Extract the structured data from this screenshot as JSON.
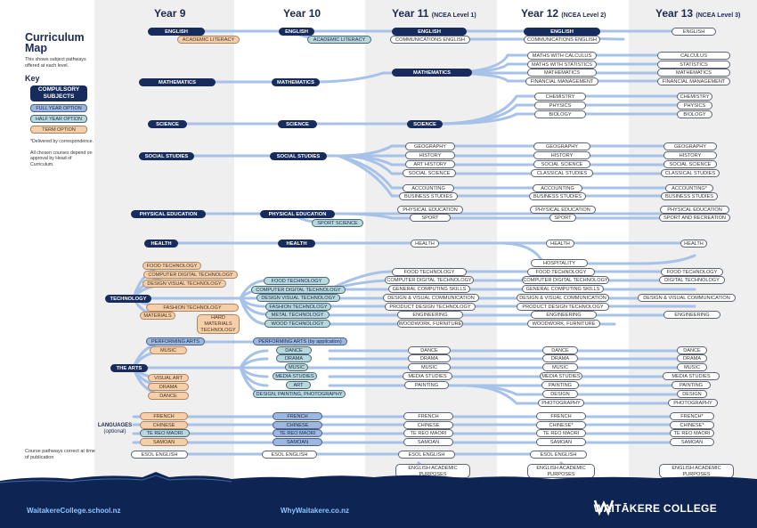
{
  "columns": [
    {
      "label": "Year 9",
      "sub": ""
    },
    {
      "label": "Year 10",
      "sub": ""
    },
    {
      "label": "Year 11",
      "sub": "(NCEA Level 1)"
    },
    {
      "label": "Year 12",
      "sub": "(NCEA Level 2)"
    },
    {
      "label": "Year 13",
      "sub": "(NCEA Level 3)"
    }
  ],
  "legend": {
    "title": "Curriculum Map",
    "intro": "This shows subject pathways offered at each level.",
    "key": "Key",
    "compulsory": "COMPULSORY SUBJECTS",
    "full": "FULL YEAR OPTION",
    "half": "HALF YEAR OPTION",
    "term": "TERM OPTION",
    "note1": "*Delivered by correspondence.",
    "note2": "All chosen courses depend on approval by Head of Curriculum."
  },
  "languages_label": "LANGUAGES",
  "languages_sub": "(optional)",
  "footer_note": "Course pathways correct at time of publication",
  "footer": {
    "url_left": "WaitakereCollege.school.nz",
    "url_mid": "WhyWaitakere.co.nz",
    "brand": "WAITĀKERE COLLEGE"
  },
  "colors": {
    "navy": "#172c5c",
    "line": "#a7c2e8",
    "full": "#ffffff",
    "half": "#b9d8dc",
    "term": "#f4cfa9",
    "blue": "#9cb8df"
  },
  "boxes": [
    {
      "t": "ENGLISH",
      "c": "comp"
    },
    {
      "t": "ACADEMIC LITERACY",
      "c": "term"
    },
    {
      "t": "ENGLISH",
      "c": "comp"
    },
    {
      "t": "ACADEMIC LITERACY",
      "c": "half"
    },
    {
      "t": "ENGLISH",
      "c": "comp"
    },
    {
      "t": "COMMUNICATIONS ENGLISH",
      "c": "full"
    },
    {
      "t": "ENGLISH",
      "c": "comp"
    },
    {
      "t": "COMMUNICATIONS ENGLISH",
      "c": "full"
    },
    {
      "t": "ENGLISH",
      "c": "full"
    },
    {
      "t": "MATHEMATICS",
      "c": "comp"
    },
    {
      "t": "MATHEMATICS",
      "c": "comp"
    },
    {
      "t": "MATHEMATICS",
      "c": "comp"
    },
    {
      "t": "MATHS WITH CALCULUS",
      "c": "full"
    },
    {
      "t": "MATHS WITH STATISTICS",
      "c": "full"
    },
    {
      "t": "MATHEMATICS",
      "c": "full"
    },
    {
      "t": "FINANCIAL MANAGEMENT",
      "c": "full"
    },
    {
      "t": "CALCULUS",
      "c": "full"
    },
    {
      "t": "STATISTICS",
      "c": "full"
    },
    {
      "t": "MATHEMATICS",
      "c": "full"
    },
    {
      "t": "FINANCIAL MANAGEMENT",
      "c": "full"
    },
    {
      "t": "SCIENCE",
      "c": "comp"
    },
    {
      "t": "SCIENCE",
      "c": "comp"
    },
    {
      "t": "SCIENCE",
      "c": "comp"
    },
    {
      "t": "CHEMISTRY",
      "c": "full"
    },
    {
      "t": "PHYSICS",
      "c": "full"
    },
    {
      "t": "BIOLOGY",
      "c": "full"
    },
    {
      "t": "CHEMISTRY",
      "c": "full"
    },
    {
      "t": "PHYSICS",
      "c": "full"
    },
    {
      "t": "BIOLOGY",
      "c": "full"
    },
    {
      "t": "SOCIAL STUDIES",
      "c": "comp"
    },
    {
      "t": "SOCIAL STUDIES",
      "c": "comp"
    },
    {
      "t": "GEOGRAPHY",
      "c": "full"
    },
    {
      "t": "HISTORY",
      "c": "full"
    },
    {
      "t": "ART HISTORY",
      "c": "full"
    },
    {
      "t": "SOCIAL SCIENCE",
      "c": "full"
    },
    {
      "t": "GEOGRAPHY",
      "c": "full"
    },
    {
      "t": "HISTORY",
      "c": "full"
    },
    {
      "t": "SOCIAL SCIENCE",
      "c": "full"
    },
    {
      "t": "CLASSICAL STUDIES",
      "c": "full"
    },
    {
      "t": "GEOGRAPHY",
      "c": "full"
    },
    {
      "t": "HISTORY",
      "c": "full"
    },
    {
      "t": "SOCIAL SCIENCE",
      "c": "full"
    },
    {
      "t": "CLASSICAL STUDIES",
      "c": "full"
    },
    {
      "t": "ACCOUNTING",
      "c": "full"
    },
    {
      "t": "BUSINESS STUDIES",
      "c": "full"
    },
    {
      "t": "ACCOUNTING",
      "c": "full"
    },
    {
      "t": "BUSINESS STUDIES",
      "c": "full"
    },
    {
      "t": "ACCOUNTING*",
      "c": "full"
    },
    {
      "t": "BUSINESS STUDIES",
      "c": "full"
    },
    {
      "t": "PHYSICAL EDUCATION",
      "c": "comp"
    },
    {
      "t": "PHYSICAL EDUCATION",
      "c": "comp"
    },
    {
      "t": "SPORT SCIENCE",
      "c": "half"
    },
    {
      "t": "PHYSICAL EDUCATION",
      "c": "full"
    },
    {
      "t": "SPORT",
      "c": "full"
    },
    {
      "t": "PHYSICAL EDUCATION",
      "c": "full"
    },
    {
      "t": "SPORT",
      "c": "full"
    },
    {
      "t": "PHYSICAL EDUCATION",
      "c": "full"
    },
    {
      "t": "SPORT AND RECREATION",
      "c": "full"
    },
    {
      "t": "HEALTH",
      "c": "comp"
    },
    {
      "t": "HEALTH",
      "c": "comp"
    },
    {
      "t": "HEALTH",
      "c": "full"
    },
    {
      "t": "HEALTH",
      "c": "full"
    },
    {
      "t": "HEALTH",
      "c": "full"
    },
    {
      "t": "HOSPITALITY",
      "c": "full"
    },
    {
      "t": "TECHNOLOGY",
      "c": "comp"
    },
    {
      "t": "FOOD TECHNOLOGY",
      "c": "term"
    },
    {
      "t": "COMPUTER DIGITAL TECHNOLOGY",
      "c": "term"
    },
    {
      "t": "DESIGN VISUAL TECHNOLOGY",
      "c": "term"
    },
    {
      "t": "FASHION TECHNOLOGY",
      "c": "term"
    },
    {
      "t": "MATERIALS",
      "c": "term"
    },
    {
      "t": "HARD MATERIALS TECHNOLOGY",
      "c": "term"
    },
    {
      "t": "FOOD TECHNOLOGY",
      "c": "half"
    },
    {
      "t": "COMPUTER DIGITAL TECHNOLOGY",
      "c": "half"
    },
    {
      "t": "DESIGN VISUAL TECHNOLOGY",
      "c": "half"
    },
    {
      "t": "FASHION TECHNOLOGY",
      "c": "half"
    },
    {
      "t": "METAL TECHNOLOGY",
      "c": "half"
    },
    {
      "t": "WOOD TECHNOLOGY",
      "c": "half"
    },
    {
      "t": "FOOD TECHNOLOGY",
      "c": "full"
    },
    {
      "t": "COMPUTER DIGITAL TECHNOLOGY",
      "c": "full"
    },
    {
      "t": "GENERAL COMPUTING SKILLS",
      "c": "full"
    },
    {
      "t": "DESIGN & VISUAL COMMUNICATION",
      "c": "full"
    },
    {
      "t": "PRODUCT DESIGN TECHNOLOGY",
      "c": "full"
    },
    {
      "t": "ENGINEERING",
      "c": "full"
    },
    {
      "t": "WOODWORK, FURNITURE",
      "c": "full"
    },
    {
      "t": "HOSPITALITY",
      "c": "full"
    },
    {
      "t": "FOOD TECHNOLOGY",
      "c": "full"
    },
    {
      "t": "COMPUTER DIGITAL TECHNOLOGY",
      "c": "full"
    },
    {
      "t": "GENERAL COMPUTING SKILLS",
      "c": "full"
    },
    {
      "t": "DESIGN & VISUAL COMMUNICATION",
      "c": "full"
    },
    {
      "t": "PRODUCT DESIGN TECHNOLOGY",
      "c": "full"
    },
    {
      "t": "ENGINEERING",
      "c": "full"
    },
    {
      "t": "WOODWORK, FURNITURE",
      "c": "full"
    },
    {
      "t": "FOOD TECHNOLOGY",
      "c": "full"
    },
    {
      "t": "DIGITAL TECHNOLOGY",
      "c": "full"
    },
    {
      "t": "DESIGN & VISUAL COMMUNICATION",
      "c": "full"
    },
    {
      "t": "ENGINEERING",
      "c": "full"
    },
    {
      "t": "THE ARTS",
      "c": "comp"
    },
    {
      "t": "PERFORMING ARTS",
      "c": "blue"
    },
    {
      "t": "MUSIC",
      "c": "term"
    },
    {
      "t": "VISUAL ART",
      "c": "term"
    },
    {
      "t": "DRAMA",
      "c": "term"
    },
    {
      "t": "DANCE",
      "c": "term"
    },
    {
      "t": "PERFORMING ARTS (by application)",
      "c": "blue"
    },
    {
      "t": "DANCE",
      "c": "half"
    },
    {
      "t": "DRAMA",
      "c": "half"
    },
    {
      "t": "MUSIC",
      "c": "half"
    },
    {
      "t": "MEDIA STUDIES",
      "c": "half"
    },
    {
      "t": "ART",
      "c": "half"
    },
    {
      "t": "DESIGN, PAINTING, PHOTOGRAPHY",
      "c": "half"
    },
    {
      "t": "DANCE",
      "c": "full"
    },
    {
      "t": "DRAMA",
      "c": "full"
    },
    {
      "t": "MUSIC",
      "c": "full"
    },
    {
      "t": "MEDIA STUDIES",
      "c": "full"
    },
    {
      "t": "PAINTING",
      "c": "full"
    },
    {
      "t": "DANCE",
      "c": "full"
    },
    {
      "t": "DRAMA",
      "c": "full"
    },
    {
      "t": "MUSIC",
      "c": "full"
    },
    {
      "t": "MEDIA STUDIES",
      "c": "full"
    },
    {
      "t": "PAINTING",
      "c": "full"
    },
    {
      "t": "DESIGN",
      "c": "full"
    },
    {
      "t": "PHOTOGRAPHY",
      "c": "full"
    },
    {
      "t": "DANCE",
      "c": "full"
    },
    {
      "t": "DRAMA",
      "c": "full"
    },
    {
      "t": "MUSIC",
      "c": "full"
    },
    {
      "t": "MEDIA STUDIES",
      "c": "full"
    },
    {
      "t": "PAINTING",
      "c": "full"
    },
    {
      "t": "DESIGN",
      "c": "full"
    },
    {
      "t": "PHOTOGRAPHY",
      "c": "full"
    },
    {
      "t": "FRENCH",
      "c": "term"
    },
    {
      "t": "CHINESE",
      "c": "term"
    },
    {
      "t": "TE REO MAORI",
      "c": "half"
    },
    {
      "t": "SAMOAN",
      "c": "term"
    },
    {
      "t": "FRENCH",
      "c": "blue"
    },
    {
      "t": "CHINESE",
      "c": "blue"
    },
    {
      "t": "TE REO MAORI",
      "c": "blue"
    },
    {
      "t": "SAMOAN",
      "c": "blue"
    },
    {
      "t": "FRENCH",
      "c": "full"
    },
    {
      "t": "CHINESE",
      "c": "full"
    },
    {
      "t": "TE REO MAORI",
      "c": "full"
    },
    {
      "t": "SAMOAN",
      "c": "full"
    },
    {
      "t": "FRENCH",
      "c": "full"
    },
    {
      "t": "CHINESE*",
      "c": "full"
    },
    {
      "t": "TE REO MAORI",
      "c": "full"
    },
    {
      "t": "SAMOAN",
      "c": "full"
    },
    {
      "t": "FRENCH*",
      "c": "full"
    },
    {
      "t": "CHINESE*",
      "c": "full"
    },
    {
      "t": "TE REO MAORI",
      "c": "full"
    },
    {
      "t": "SAMOAN",
      "c": "full"
    },
    {
      "t": "ESOL ENGLISH",
      "c": "full"
    },
    {
      "t": "ESOL ENGLISH",
      "c": "full"
    },
    {
      "t": "ESOL ENGLISH",
      "c": "full"
    },
    {
      "t": "ESOL ENGLISH",
      "c": "full"
    },
    {
      "t": "ENGLISH ACADEMIC PURPOSES",
      "c": "full"
    },
    {
      "t": "ENGLISH ACADEMIC PURPOSES",
      "c": "full"
    },
    {
      "t": "ENGLISH ACADEMIC PURPOSES",
      "c": "full"
    }
  ]
}
